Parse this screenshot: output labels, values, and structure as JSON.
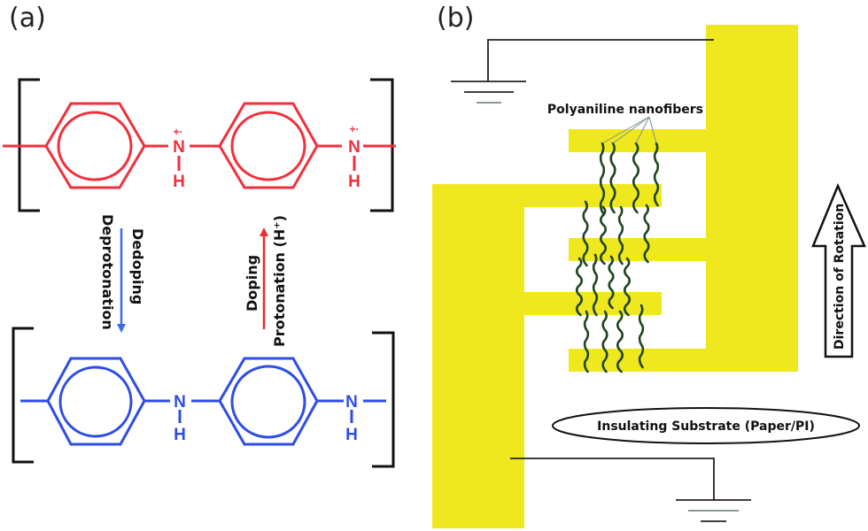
{
  "panels": {
    "a": {
      "label": "(a)",
      "top_structure": {
        "color": "#f2303c",
        "atoms": [
          {
            "n": "N",
            "h": "H",
            "charge": "+·"
          },
          {
            "n": "N",
            "h": "H",
            "charge": "+·"
          }
        ]
      },
      "bottom_structure": {
        "color": "#2e4de6",
        "atoms": [
          {
            "n": "N",
            "h": "H"
          },
          {
            "n": "N",
            "h": "H"
          }
        ]
      },
      "dedoping_arrow": {
        "color": "#3a6bf0",
        "label_line1": "Dedoping",
        "label_line2": "Deprotonation"
      },
      "doping_arrow": {
        "color": "#ef2b2b",
        "label_line1": "Doping",
        "label_line2": "Protonation (H⁺)"
      }
    },
    "b": {
      "label": "(b)",
      "electrode_color": "#f0e81e",
      "nanofiber_color": "#1e4620",
      "nanofibers_label": "Polyaniline nanofibers",
      "substrate_label": "Insulating Substrate (Paper/PI)",
      "rotation_label": "Direction of Rotation",
      "ground_symbols": [
        "ground-top",
        "ground-bottom"
      ]
    }
  }
}
